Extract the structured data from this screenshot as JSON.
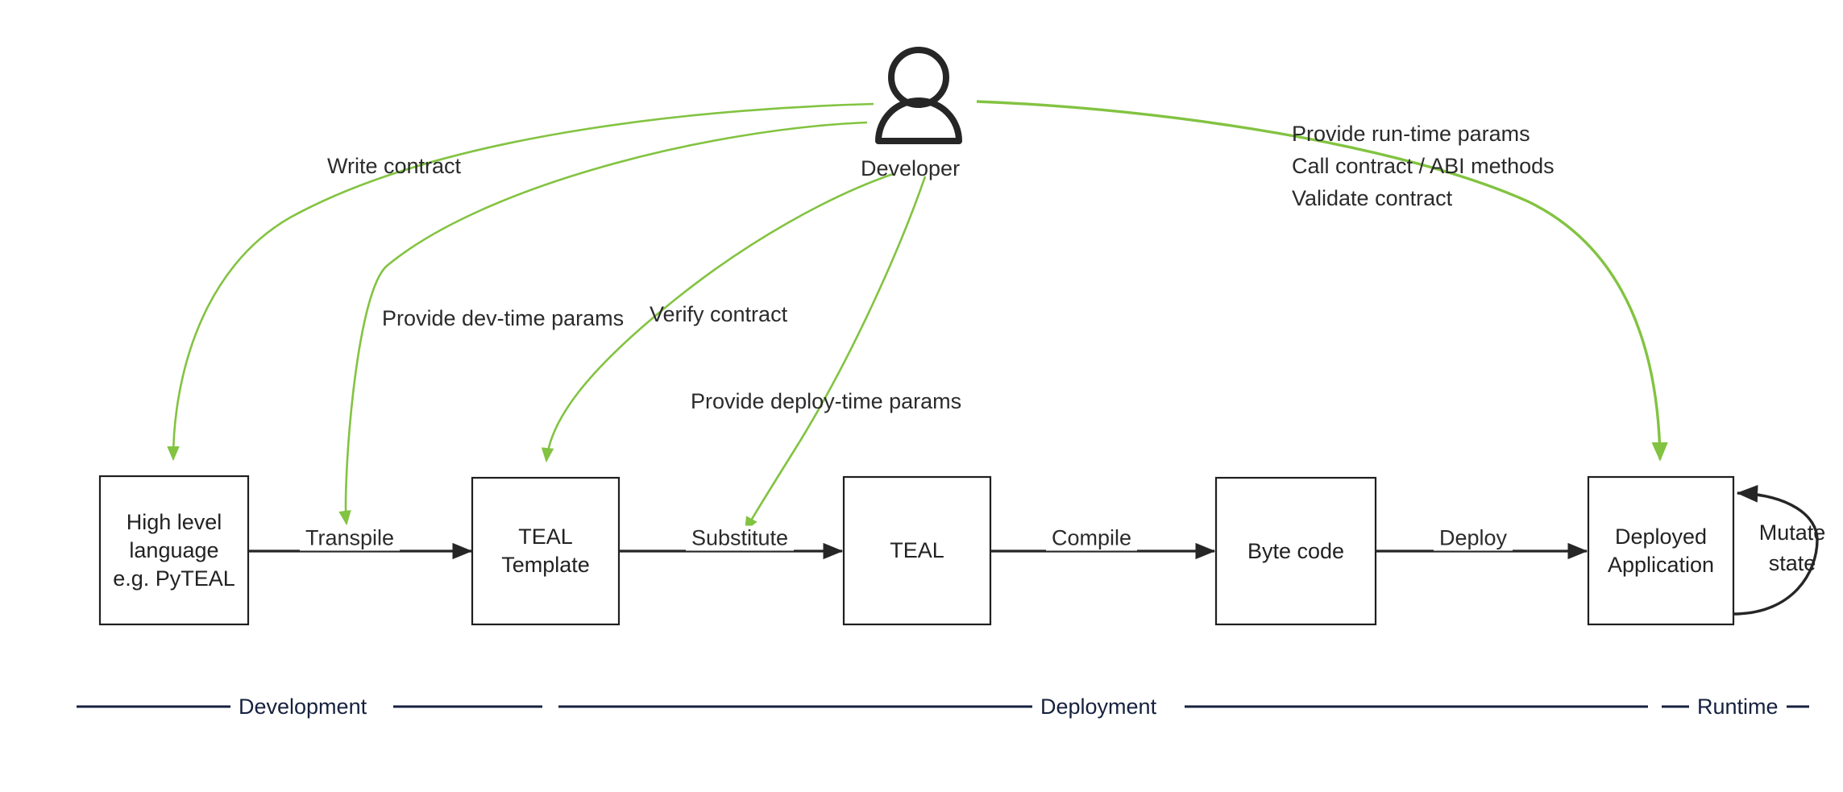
{
  "diagram": {
    "title": "Algorand smart contract development lifecycle",
    "background_color": "#ffffff",
    "accent_green": "#82c341",
    "line_color": "#262626",
    "phase_line_color": "#16213e",
    "actor": {
      "name": "Developer",
      "icon": "person-icon"
    },
    "nodes": [
      {
        "id": "high-level-language",
        "label": "High level\nlanguage\ne.g. PyTEAL"
      },
      {
        "id": "teal-template",
        "label": "TEAL\nTemplate"
      },
      {
        "id": "teal",
        "label": "TEAL"
      },
      {
        "id": "byte-code",
        "label": "Byte code"
      },
      {
        "id": "deployed-application",
        "label": "Deployed\nApplication"
      }
    ],
    "edges": [
      {
        "id": "transpile",
        "label": "Transpile",
        "from": "high-level-language",
        "to": "teal-template"
      },
      {
        "id": "substitute",
        "label": "Substitute",
        "from": "teal-template",
        "to": "teal"
      },
      {
        "id": "compile",
        "label": "Compile",
        "from": "teal",
        "to": "byte-code"
      },
      {
        "id": "deploy",
        "label": "Deploy",
        "from": "byte-code",
        "to": "deployed-application"
      },
      {
        "id": "mutate-state",
        "label": "Mutate\nstate",
        "from": "deployed-application",
        "to": "deployed-application"
      }
    ],
    "actor_actions": [
      {
        "id": "write-contract",
        "label": "Write contract",
        "target": "high-level-language"
      },
      {
        "id": "provide-dev-time-params",
        "label": "Provide dev-time params",
        "target": "transpile"
      },
      {
        "id": "verify-contract",
        "label": "Verify contract",
        "target": "teal-template"
      },
      {
        "id": "provide-deploy-time-params",
        "label": "Provide deploy-time params",
        "target": "substitute"
      }
    ],
    "runtime_notes": {
      "id": "runtime-notes",
      "lines": [
        "Provide run-time params",
        "Call contract / ABI methods",
        "Validate contract"
      ],
      "line_1": "Provide run-time params",
      "line_2": "Call contract / ABI methods",
      "line_3": "Validate contract"
    },
    "phases": [
      {
        "id": "development",
        "label": "Development"
      },
      {
        "id": "deployment",
        "label": "Deployment"
      },
      {
        "id": "runtime",
        "label": "Runtime"
      }
    ]
  }
}
